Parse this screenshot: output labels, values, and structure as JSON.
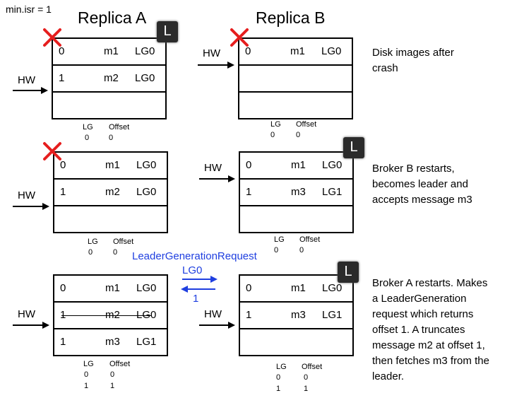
{
  "config_label": "min.isr = 1",
  "replica_a_title": "Replica A",
  "replica_b_title": "Replica B",
  "leader_badge": "L",
  "hw_label": "HW",
  "lg_col": "LG",
  "offset_col": "Offset",
  "request_label": "LeaderGenerationRequest",
  "request_payload": "LG0",
  "response_payload": "1",
  "rows": [
    {
      "a": {
        "entries": [
          {
            "offset": "0",
            "msg": "m1",
            "lg": "LG0"
          },
          {
            "offset": "1",
            "msg": "m2",
            "lg": "LG0"
          }
        ],
        "lg_table": [
          [
            "0",
            "0"
          ]
        ]
      },
      "b": {
        "entries": [
          {
            "offset": "0",
            "msg": "m1",
            "lg": "LG0"
          }
        ],
        "lg_table": [
          [
            "0",
            "0"
          ]
        ]
      },
      "desc": [
        "Disk images after",
        "crash"
      ]
    },
    {
      "a": {
        "entries": [
          {
            "offset": "0",
            "msg": "m1",
            "lg": "LG0"
          },
          {
            "offset": "1",
            "msg": "m2",
            "lg": "LG0"
          }
        ],
        "lg_table": [
          [
            "0",
            "0"
          ]
        ]
      },
      "b": {
        "entries": [
          {
            "offset": "0",
            "msg": "m1",
            "lg": "LG0"
          },
          {
            "offset": "1",
            "msg": "m3",
            "lg": "LG1"
          }
        ],
        "lg_table": [
          [
            "0",
            "0"
          ]
        ]
      },
      "desc": [
        "Broker B restarts,",
        "becomes leader and",
        "accepts message m3"
      ]
    },
    {
      "a": {
        "entries": [
          {
            "offset": "0",
            "msg": "m1",
            "lg": "LG0"
          },
          {
            "offset": "1",
            "msg": "m2",
            "lg": "LG0",
            "struck": true
          },
          {
            "offset": "1",
            "msg": "m3",
            "lg": "LG1"
          }
        ],
        "lg_table": [
          [
            "0",
            "0"
          ],
          [
            "1",
            "1"
          ]
        ]
      },
      "b": {
        "entries": [
          {
            "offset": "0",
            "msg": "m1",
            "lg": "LG0"
          },
          {
            "offset": "1",
            "msg": "m3",
            "lg": "LG1"
          }
        ],
        "lg_table": [
          [
            "0",
            "0"
          ],
          [
            "1",
            "1"
          ]
        ]
      },
      "desc": [
        "Broker A restarts. Makes",
        "a LeaderGeneration",
        "request which returns",
        "offset 1. A truncates",
        "message m2 at offset 1,",
        "then fetches m3 from the",
        "leader."
      ]
    }
  ]
}
